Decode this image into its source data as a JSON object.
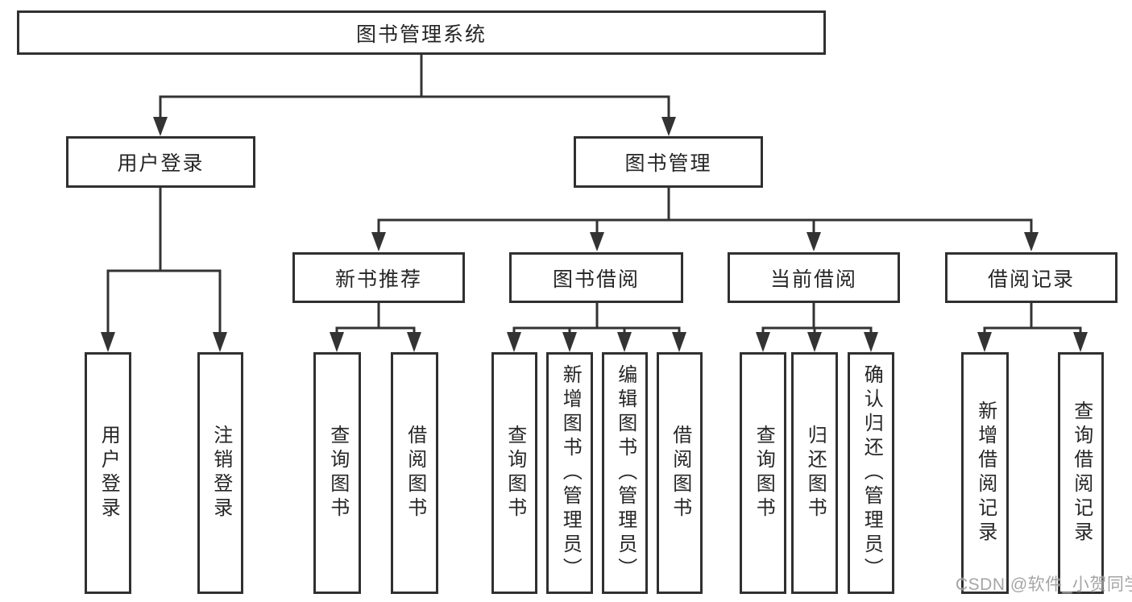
{
  "colors": {
    "background": "#ffffff",
    "line": "#333333",
    "box_border": "#303030",
    "text": "#262626",
    "watermark": "#9c9c9c"
  },
  "tree": {
    "root": {
      "label": "图书管理系统",
      "children": [
        {
          "label": "用户登录",
          "children": [
            {
              "label": "用户登录"
            },
            {
              "label": "注销登录"
            }
          ]
        },
        {
          "label": "图书管理",
          "children": [
            {
              "label": "新书推荐",
              "children": [
                {
                  "label": "查询图书"
                },
                {
                  "label": "借阅图书"
                }
              ]
            },
            {
              "label": "图书借阅",
              "children": [
                {
                  "label": "查询图书"
                },
                {
                  "label": "新增图书（管理员）"
                },
                {
                  "label": "编辑图书（管理员）"
                },
                {
                  "label": "借阅图书"
                }
              ]
            },
            {
              "label": "当前借阅",
              "children": [
                {
                  "label": "查询图书"
                },
                {
                  "label": "归还图书"
                },
                {
                  "label": "确认归还（管理员）"
                }
              ]
            },
            {
              "label": "借阅记录",
              "children": [
                {
                  "label": "新增借阅记录"
                },
                {
                  "label": "查询借阅记录"
                }
              ]
            }
          ]
        }
      ]
    }
  },
  "watermark": {
    "text": "CSDN @软件_小贺同学"
  }
}
